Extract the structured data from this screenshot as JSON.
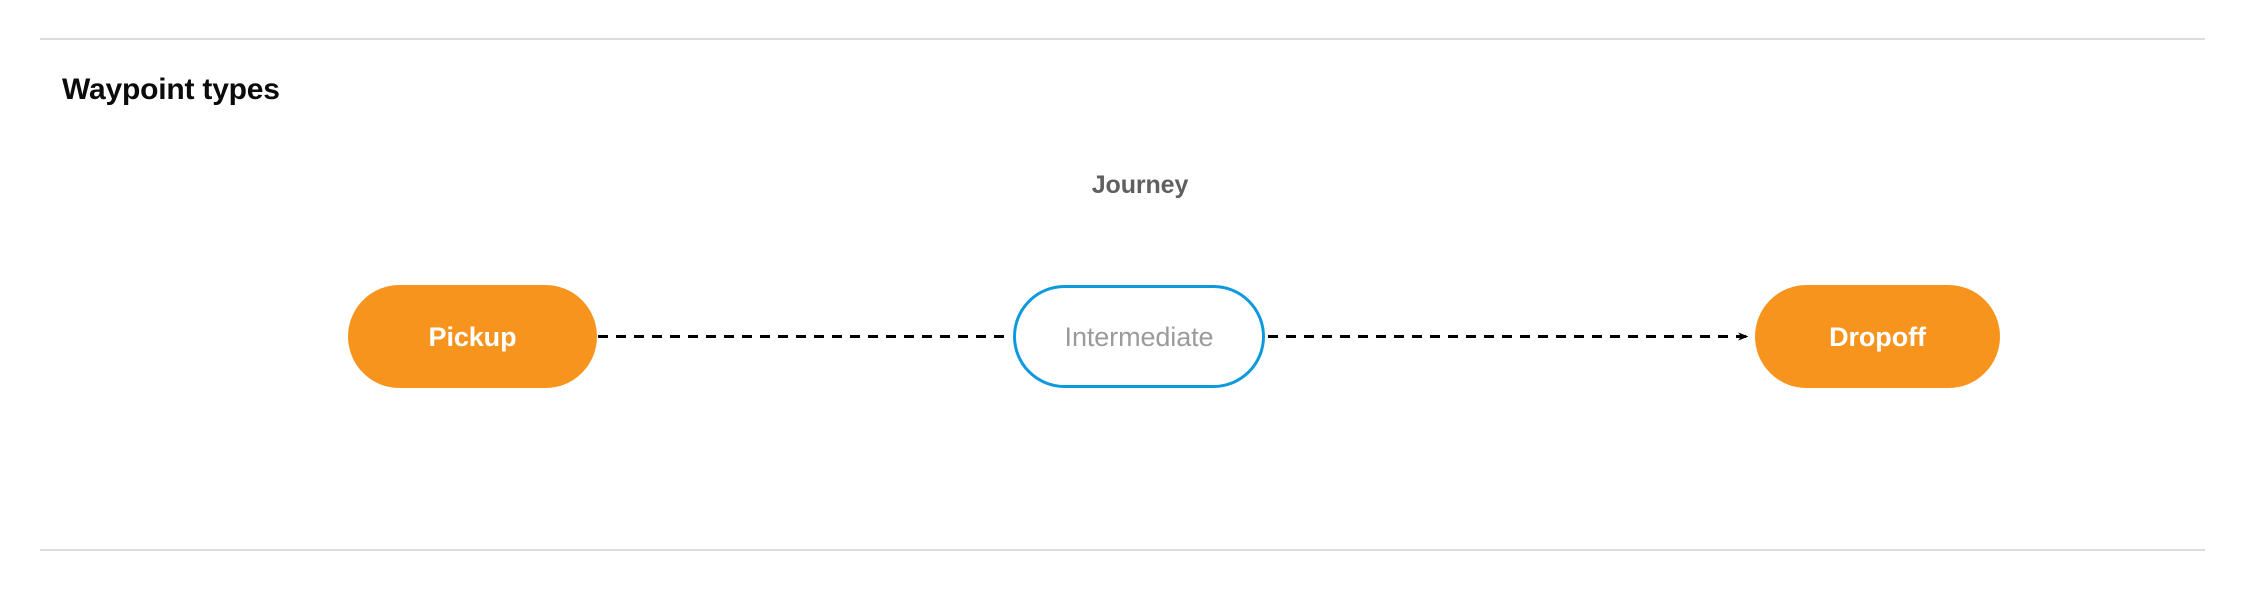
{
  "section": {
    "title": "Waypoint types"
  },
  "diagram": {
    "group_label": "Journey",
    "nodes": [
      {
        "id": "pickup",
        "label": "Pickup",
        "style": "filled",
        "fill": "#f7941e",
        "text_color": "#ffffff"
      },
      {
        "id": "intermediate",
        "label": "Intermediate",
        "style": "outline",
        "fill": "#ffffff",
        "border_color": "#0d99de",
        "text_color": "#9b9b9b"
      },
      {
        "id": "dropoff",
        "label": "Dropoff",
        "style": "filled",
        "fill": "#f7941e",
        "text_color": "#ffffff"
      }
    ],
    "edges": [
      {
        "from": "pickup",
        "to": "intermediate",
        "line": "dashed",
        "color": "#000000",
        "arrowhead": false
      },
      {
        "from": "intermediate",
        "to": "dropoff",
        "line": "dashed",
        "color": "#000000",
        "arrowhead": true
      }
    ]
  },
  "dividers": {
    "color": "#dcdcdc"
  }
}
